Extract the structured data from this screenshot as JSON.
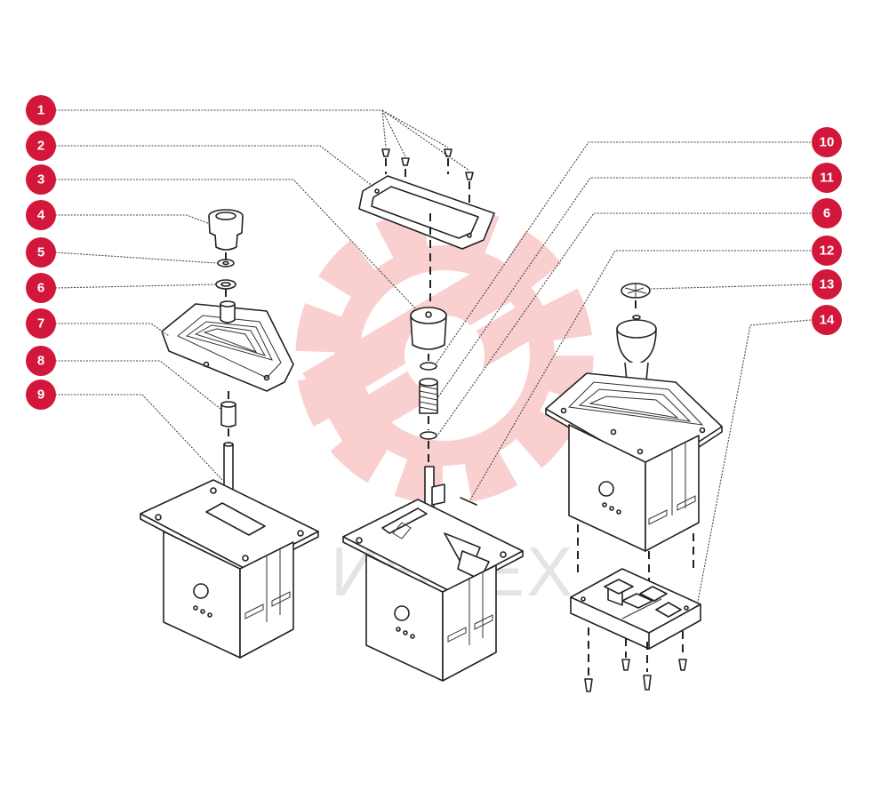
{
  "colors": {
    "badge": "#d3173a",
    "badge_text": "#ffffff",
    "line": "#222222",
    "watermark": "#f08a8a"
  },
  "watermark": {
    "text": "ИНТЕХ"
  },
  "callouts": {
    "left": [
      {
        "label": "1"
      },
      {
        "label": "2"
      },
      {
        "label": "3"
      },
      {
        "label": "4"
      },
      {
        "label": "5"
      },
      {
        "label": "6"
      },
      {
        "label": "7"
      },
      {
        "label": "8"
      },
      {
        "label": "9"
      }
    ],
    "right": [
      {
        "label": "10"
      },
      {
        "label": "11"
      },
      {
        "label": "6"
      },
      {
        "label": "12"
      },
      {
        "label": "13"
      },
      {
        "label": "14"
      }
    ]
  }
}
